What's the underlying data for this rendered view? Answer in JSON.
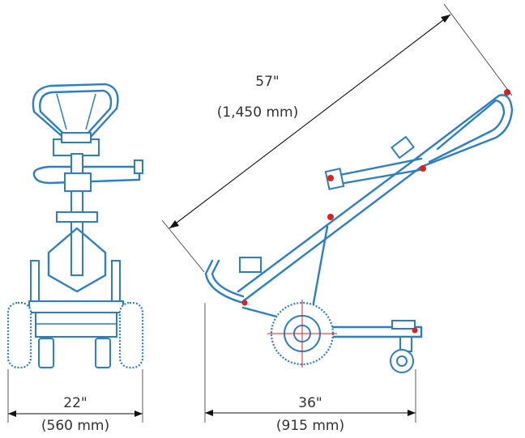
{
  "dimensions": {
    "length": {
      "imperial": "57\"",
      "metric": "(1,450 mm)"
    },
    "depth": {
      "imperial": "36\"",
      "metric": "(915 mm)"
    },
    "width": {
      "imperial": "22\"",
      "metric": "(560 mm)"
    }
  },
  "colors": {
    "frame": "#2b7fc4",
    "dimension_lines": "#111111",
    "markers": "#e02020",
    "background": "#ffffff"
  }
}
